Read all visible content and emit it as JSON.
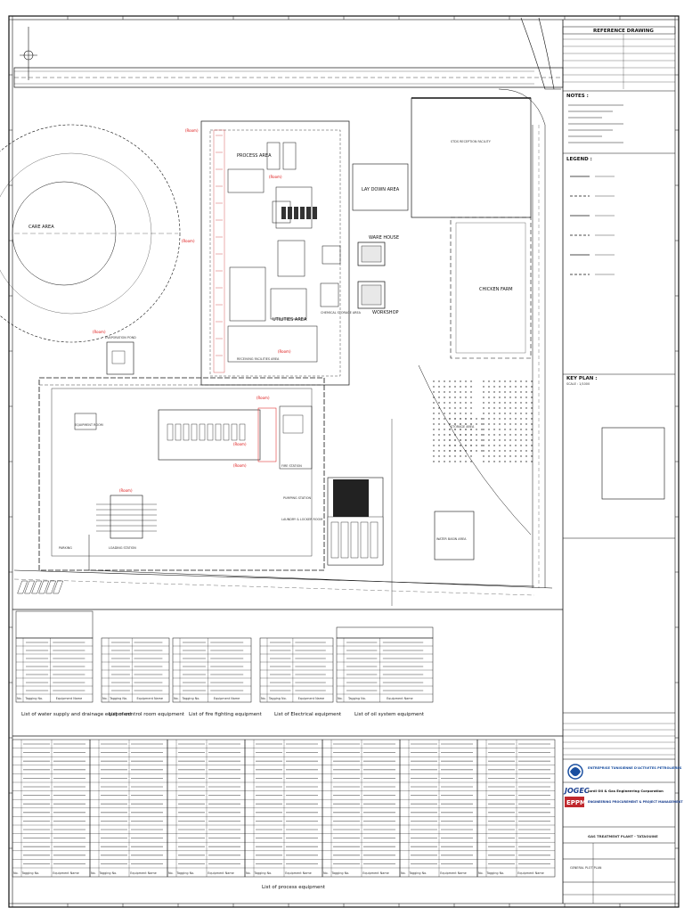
{
  "areas": [
    "CARE AREA",
    "PROCESS AREA",
    "LAY DOWN AREA",
    "WARE HOUSE",
    "WORKSHOP",
    "CHEMICAL STORAGE AREA",
    "UTILITIES AREA",
    "RECEIVING FACILITIES AREA",
    "EVAPORATION POND",
    "LOADING STATION",
    "FIRE STATION",
    "PUMPING STATION",
    "LAUNDRY & LOCKER ROOM",
    "CHICKEN FARM",
    "STDS RECEPTION FACILITY",
    "STORAGE AREA",
    "WATER BASIN AREA",
    "EQUIPMENT ROOM",
    "PARKING"
  ],
  "red_labels": [
    "(Room)",
    "(Room)",
    "(Room)",
    "(Room)",
    "(Room)",
    "(Room)",
    "(Room)",
    "(Room)",
    "(Room)"
  ],
  "title_block": {
    "reference_header": "REFERENCE DRAWING",
    "notes_header": "NOTES :",
    "legend_header": "LEGEND :",
    "key_plan_header": "KEY PLAN :",
    "key_plan_scale": "SCALE : 1/1000",
    "company_1": "ENTREPRISE TUNISIENNE D'ACTIVITES PETROLIERES",
    "company_2": "Jordi Oil & Gas Engineering Corporation",
    "company_3": "ENGINEERING PROCUREMENT & PROJECT MANAGEMENT",
    "project": "GAS TREATMENT PLANT - TATAOUINE",
    "drawing_title": "GENERAL PLOT PLAN",
    "logo_1": "JOGEC",
    "logo_2": "EPPM"
  },
  "table_captions": [
    "List of water supply and drainage equipment",
    "List of control room equipment",
    "List of fire fighting equipment",
    "List of Electrical equipment",
    "List of oil system equipment",
    "List of process equipment"
  ],
  "table_headers": {
    "no": "No.",
    "tagging": "Tagging No.",
    "equipment": "Equipment Name"
  },
  "legend_items": [
    "",
    "",
    "",
    "",
    "",
    ""
  ]
}
